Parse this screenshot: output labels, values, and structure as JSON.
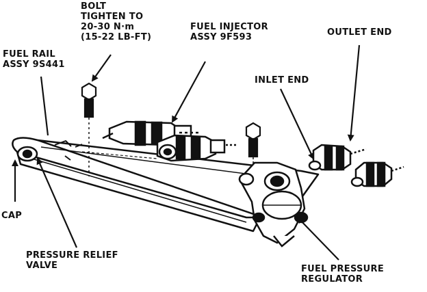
{
  "labels": {
    "bolt": {
      "line1": "BOLT",
      "line2": "TIGHTEN TO",
      "line3": "20-30 N·m",
      "line4": "(15-22 LB-FT)"
    },
    "fuel_injector": {
      "line1": "FUEL INJECTOR",
      "line2": "ASSY 9F593"
    },
    "outlet_end": "OUTLET END",
    "fuel_rail": {
      "line1": "FUEL RAIL",
      "line2": "ASSY 9S441"
    },
    "inlet_end": "INLET END",
    "cap": "CAP",
    "pressure_relief_valve": {
      "line1": "PRESSURE RELIEF",
      "line2": "VALVE"
    },
    "fuel_pressure_regulator": {
      "line1": "FUEL PRESSURE",
      "line2": "REGULATOR"
    }
  },
  "colors": {
    "ink": "#111111",
    "background": "#ffffff"
  }
}
